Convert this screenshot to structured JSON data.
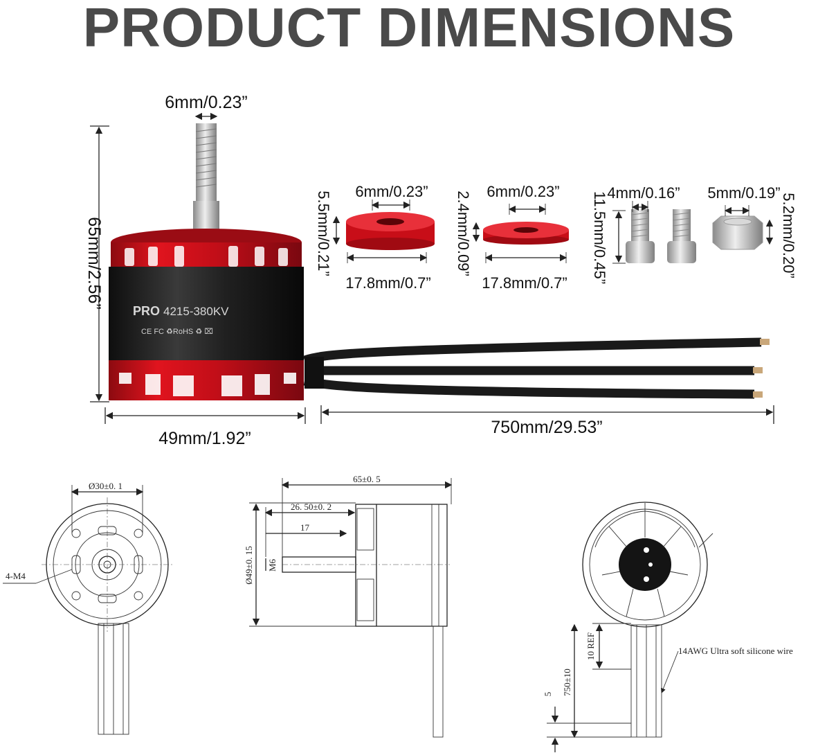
{
  "title": "PRODUCT DIMENSIONS",
  "colors": {
    "title": "#4a4a4a",
    "red": "#d0101a",
    "dark_red": "#8c0a10",
    "black": "#1d1d1d",
    "silver": "#c9c9c9"
  },
  "motor": {
    "brand": "PRO",
    "model": "4215-380KV",
    "certs": "CE FC ♻RoHS ♻ ⌧",
    "shaft_diameter": "6mm/0.23”",
    "height": "65mm/2.56”",
    "width": "49mm/1.92”",
    "cable_length": "750mm/29.53”"
  },
  "accessories": {
    "thick_washer": {
      "inner": "6mm/0.23”",
      "height": "5.5mm/0.21”",
      "outer": "17.8mm/0.7”"
    },
    "thin_washer": {
      "inner": "6mm/0.23”",
      "height": "2.4mm/0.09”",
      "outer": "17.8mm/0.7”"
    },
    "screw": {
      "diameter": "4mm/0.16”",
      "length": "11.5mm/0.45”"
    },
    "nut": {
      "diameter": "5mm/0.19”",
      "height": "5.2mm/0.20”"
    }
  },
  "drawing": {
    "front": {
      "bolt_circle": "Ø30±0. 1",
      "thread": "4-M4"
    },
    "side": {
      "length": "65±0. 5",
      "body": "26. 50±0. 2",
      "shaft": "17",
      "diameter": "Ø49±0. 15",
      "thread": "M6"
    },
    "rear": {
      "ref": "10 REF",
      "wire_len": "750±10",
      "tip": "5",
      "wire_note": "14AWG Ultra soft silicone wire"
    }
  }
}
